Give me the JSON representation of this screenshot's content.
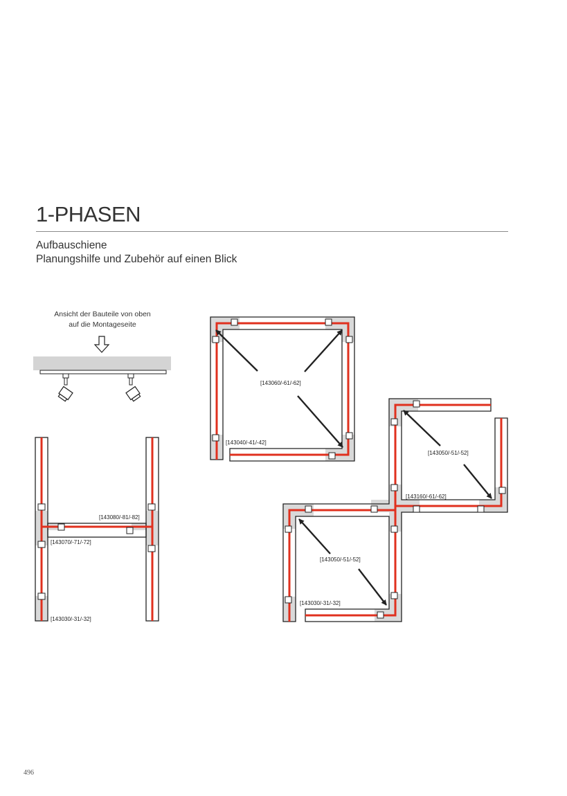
{
  "header": {
    "title": "1-PHASEN",
    "subtitle_line1": "Aufbauschiene",
    "subtitle_line2": "Planungshilfe und Zubehör auf einen Blick"
  },
  "illustration": {
    "caption_line1": "Ansicht der Bauteile von oben",
    "caption_line2": "auf die Montageseite"
  },
  "labels": {
    "h_tee": "[143080/-81/-82]",
    "h_coupler": "[143070/-71/-72]",
    "h_feed": "[143030/-31/-32]",
    "square_corner": "[143060/-61/-62]",
    "square_feed": "[143040/-41/-42]",
    "s_corner_upper": "[143050/-51/-52]",
    "s_cross": "[143160/-61/-62]",
    "s_corner_lower": "[143050/-51/-52]",
    "s_feed": "[143030/-31/-32]"
  },
  "footer": {
    "page_number": "496"
  },
  "colors": {
    "conductor": "#e0301e",
    "connector_fill": "#d9d9d9",
    "ceiling": "#d4d4d4",
    "outline": "#222222"
  }
}
